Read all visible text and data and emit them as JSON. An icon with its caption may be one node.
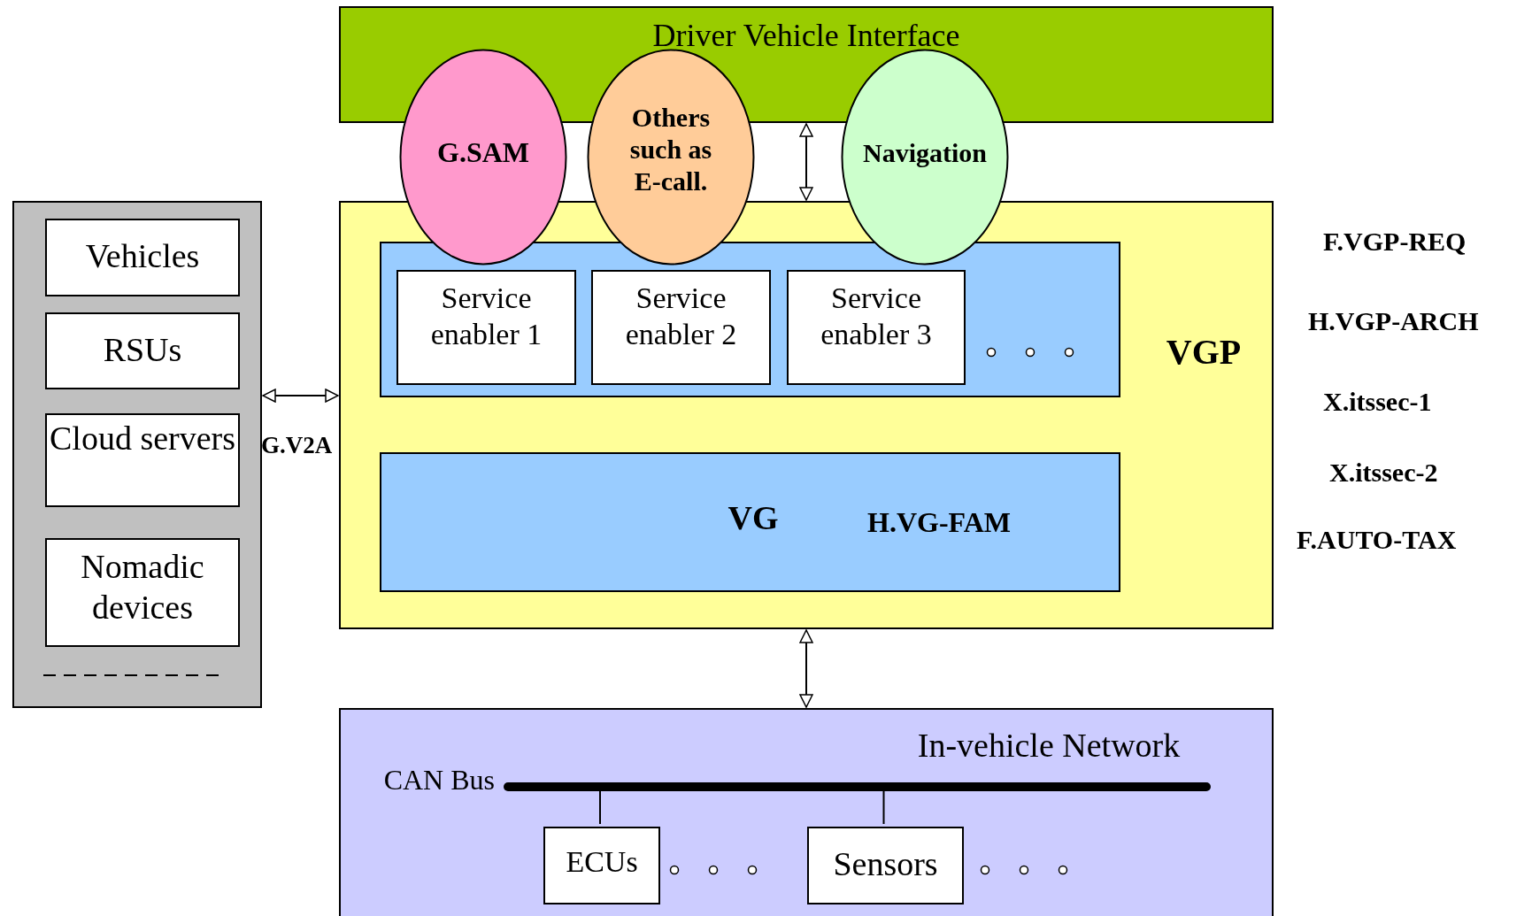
{
  "diagram": {
    "nodes": [
      {
        "text": [],
        "shape": "box"
      },
      {
        "text": [
          "Vehicles"
        ],
        "in": 0
      },
      {
        "text": [
          "RSUs"
        ],
        "in": 0
      },
      {
        "text": [
          "Cloud servers"
        ],
        "in": 0
      },
      {
        "text": [
          "Nomadic devices"
        ],
        "in": 0
      },
      {
        "text": [
          "Driver Vehicle Interface"
        ]
      },
      {
        "text": [
          "VGP"
        ]
      },
      {
        "text": [],
        "shape": "box",
        "in": 6
      },
      {
        "text": [
          "Service enabler 1"
        ],
        "in": 7
      },
      {
        "text": [
          "Service enabler 2"
        ],
        "in": 7
      },
      {
        "text": [
          "Service enabler 3"
        ],
        "in": 7
      },
      {
        "text": [
          "VG",
          "H.VG-FAM"
        ],
        "in": 6
      },
      {
        "text": [
          "In-vehicle Network"
        ]
      },
      {
        "text": [],
        "shape": "bar",
        "beside": [
          "CAN Bus"
        ],
        "in": 12
      },
      {
        "text": [
          "ECUs"
        ],
        "in": 12
      },
      {
        "text": [
          "Sensors"
        ],
        "in": 12
      },
      {
        "text": [
          "G.SAM"
        ]
      },
      {
        "text": [
          "Others such as E-call."
        ]
      },
      {
        "text": [
          "Navigation"
        ]
      }
    ],
    "edges": [
      {
        "from": 0,
        "to": 6,
        "arrow": "both",
        "label": "G.V2A"
      },
      {
        "from": 5,
        "to": 6,
        "arrow": "both"
      },
      {
        "from": 6,
        "to": 12,
        "arrow": "both"
      },
      {
        "from": 13,
        "to": 14,
        "arrow": "none"
      },
      {
        "from": 13,
        "to": 15,
        "arrow": "none"
      }
    ],
    "labels": [
      "F.VGP-REQ",
      "H.VGP-ARCH",
      "X.itssec-1",
      "X.itssec-2",
      "F.AUTO-TAX"
    ]
  }
}
